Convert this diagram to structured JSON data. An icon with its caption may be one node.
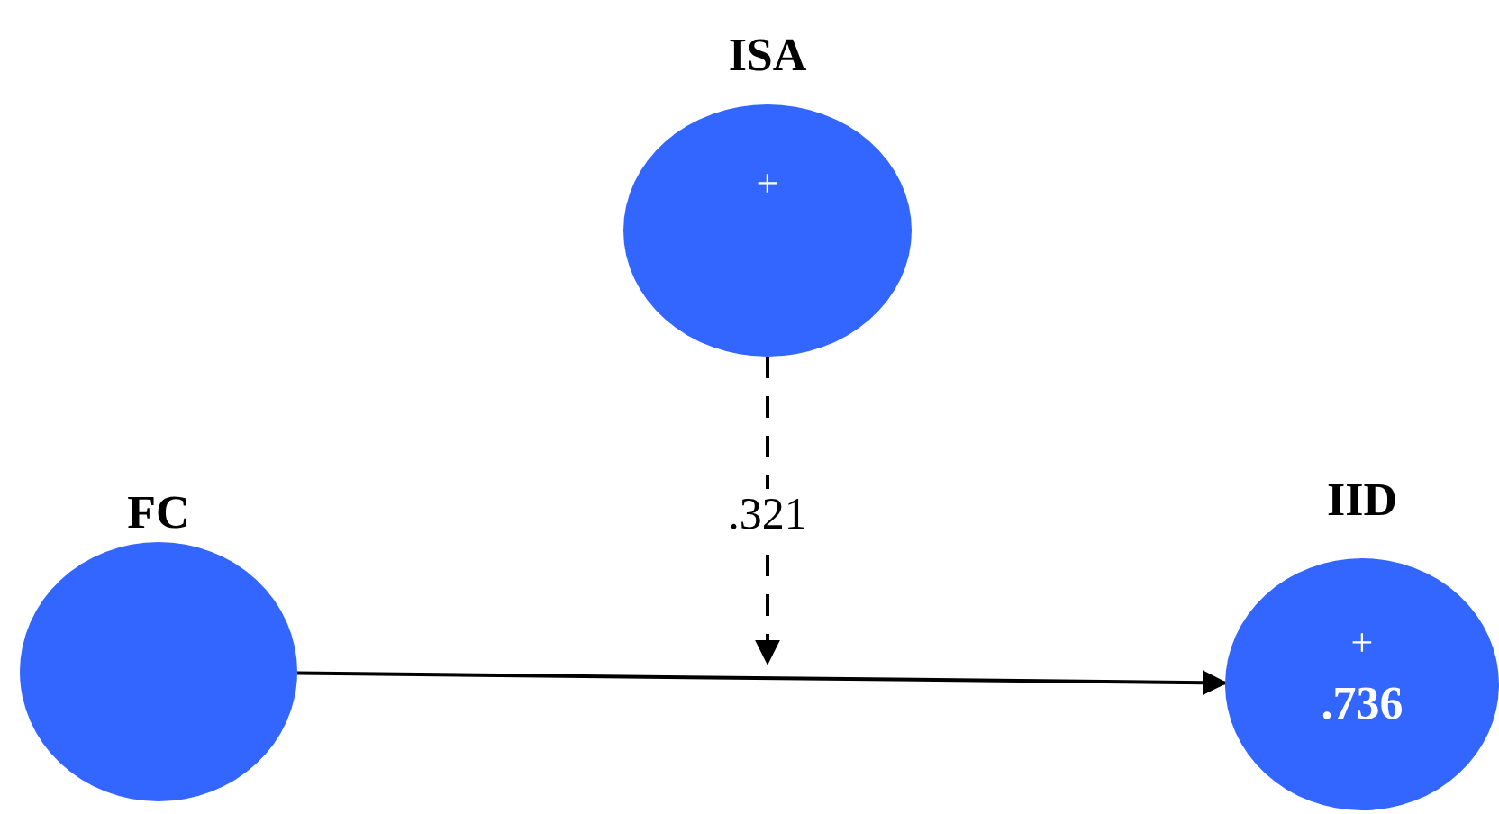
{
  "diagram": {
    "nodes": [
      {
        "text": [
          "ISA",
          "+"
        ]
      },
      {
        "text": [
          "FC"
        ]
      },
      {
        "text": [
          "IID",
          "+",
          ".736"
        ]
      }
    ],
    "edges": [
      {
        "from": 1,
        "to": 2,
        "arrow": "to"
      },
      {
        "from": 0,
        "to": null,
        "arrow": "to",
        "style": "dashed",
        "label": ".321"
      }
    ]
  }
}
